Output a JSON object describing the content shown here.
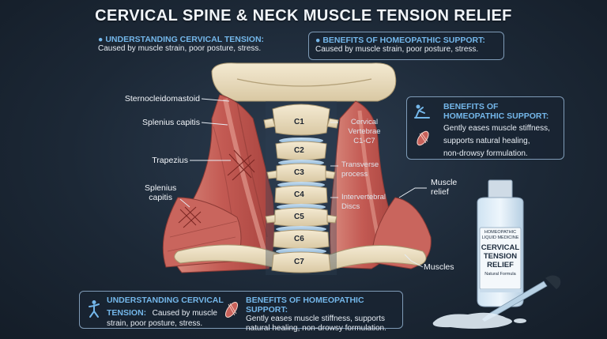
{
  "title": "CERVICAL SPINE & NECK MUSCLE TENSION RELIEF",
  "top_left": {
    "heading": "UNDERSTANDING CERVICAL TENSION:",
    "body": "Caused by muscle strain, poor posture, stress."
  },
  "top_right": {
    "heading": "BENEFITS OF HOMEOPATHIC SUPPORT:",
    "body": "Caused by muscle strain, poor posture, stress."
  },
  "right_box": {
    "heading_line1": "BENEFITS OF",
    "heading_line2": "HOMEOPATHIC SUPPORT:",
    "body_line1": "Gently eases muscle stiffness,",
    "body_line2": "supports natural healing,",
    "body_line3": "non-drowsy formulation."
  },
  "bottom_box": {
    "left_heading_line1": "UNDERSTANDING CERVICAL",
    "left_heading_line2": "TENSION:",
    "left_body_line1": "Caused by muscle",
    "left_body_line2": "strain, poor posture, stress.",
    "right_heading": "BENEFITS OF HOMEOPATHIC SUPPORT:",
    "right_body_line1": "Gently eases muscle stiffness, supports",
    "right_body_line2": "natural healing, non-drowsy formulation."
  },
  "labels": {
    "sternocleidomastoid": "Sternocleidomastoid",
    "splenius_capitis_upper": "Splenius capitis",
    "trapezius": "Trapezius",
    "splenius_capitis_lower_1": "Splenius",
    "splenius_capitis_lower_2": "capitis",
    "cervical_vertebrae_1": "Cervical",
    "cervical_vertebrae_2": "Vertebrae",
    "cervical_vertebrae_3": "C1-C7",
    "transverse_1": "Transverse",
    "transverse_2": "process",
    "intervertebral_1": "Intervertebral",
    "intervertebral_2": "Discs",
    "muscle_relief_1": "Muscle",
    "muscle_relief_2": "relief",
    "muscles": "Muscles"
  },
  "vertebrae": [
    "C1",
    "C2",
    "C3",
    "C4",
    "C5",
    "C6",
    "C7"
  ],
  "bottle": {
    "line1": "HOMEOPATHIC",
    "line2": "LIQUID MEDICINE",
    "name1": "CERVICAL",
    "name2": "TENSION",
    "name3": "RELIEF",
    "sub": "Natural Formula"
  },
  "colors": {
    "accent": "#74b7ea",
    "muscle": "#c8615a",
    "bone": "#ede0c2",
    "disc": "#9fc3e0"
  },
  "icons": [
    "person-stretch-icon",
    "muscle-icon"
  ]
}
